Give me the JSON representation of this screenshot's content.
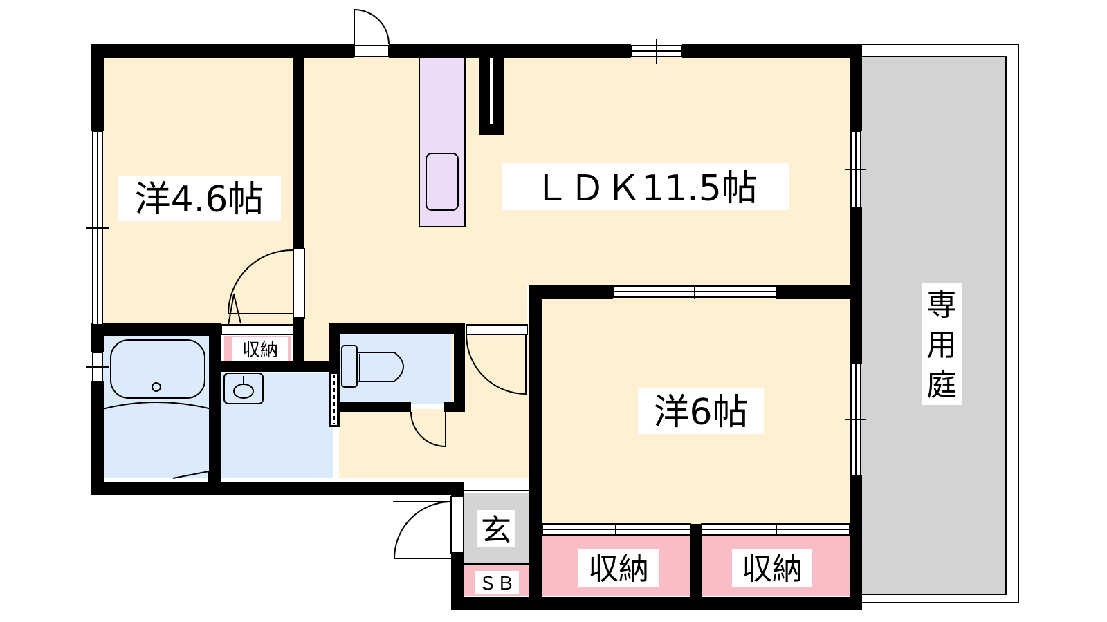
{
  "rooms": {
    "western_small": "洋4.6帖",
    "ldk": "ＬＤＫ11.5帖",
    "western_large": "洋6帖",
    "storage_small": "収納",
    "storage_left": "収納",
    "storage_right": "収納",
    "entrance": "玄",
    "shoe_box": "ＳＢ",
    "garden_line1": "専",
    "garden_line2": "用",
    "garden_line3": "庭"
  },
  "colors": {
    "floor": "#FEF1D2",
    "wet_area": "#DCEBFC",
    "storage": "#F9BEC5",
    "kitchen": "#EDDCF5",
    "garden": "#D3D3D3",
    "entrance": "#D4D4D4",
    "wall": "#000000"
  }
}
